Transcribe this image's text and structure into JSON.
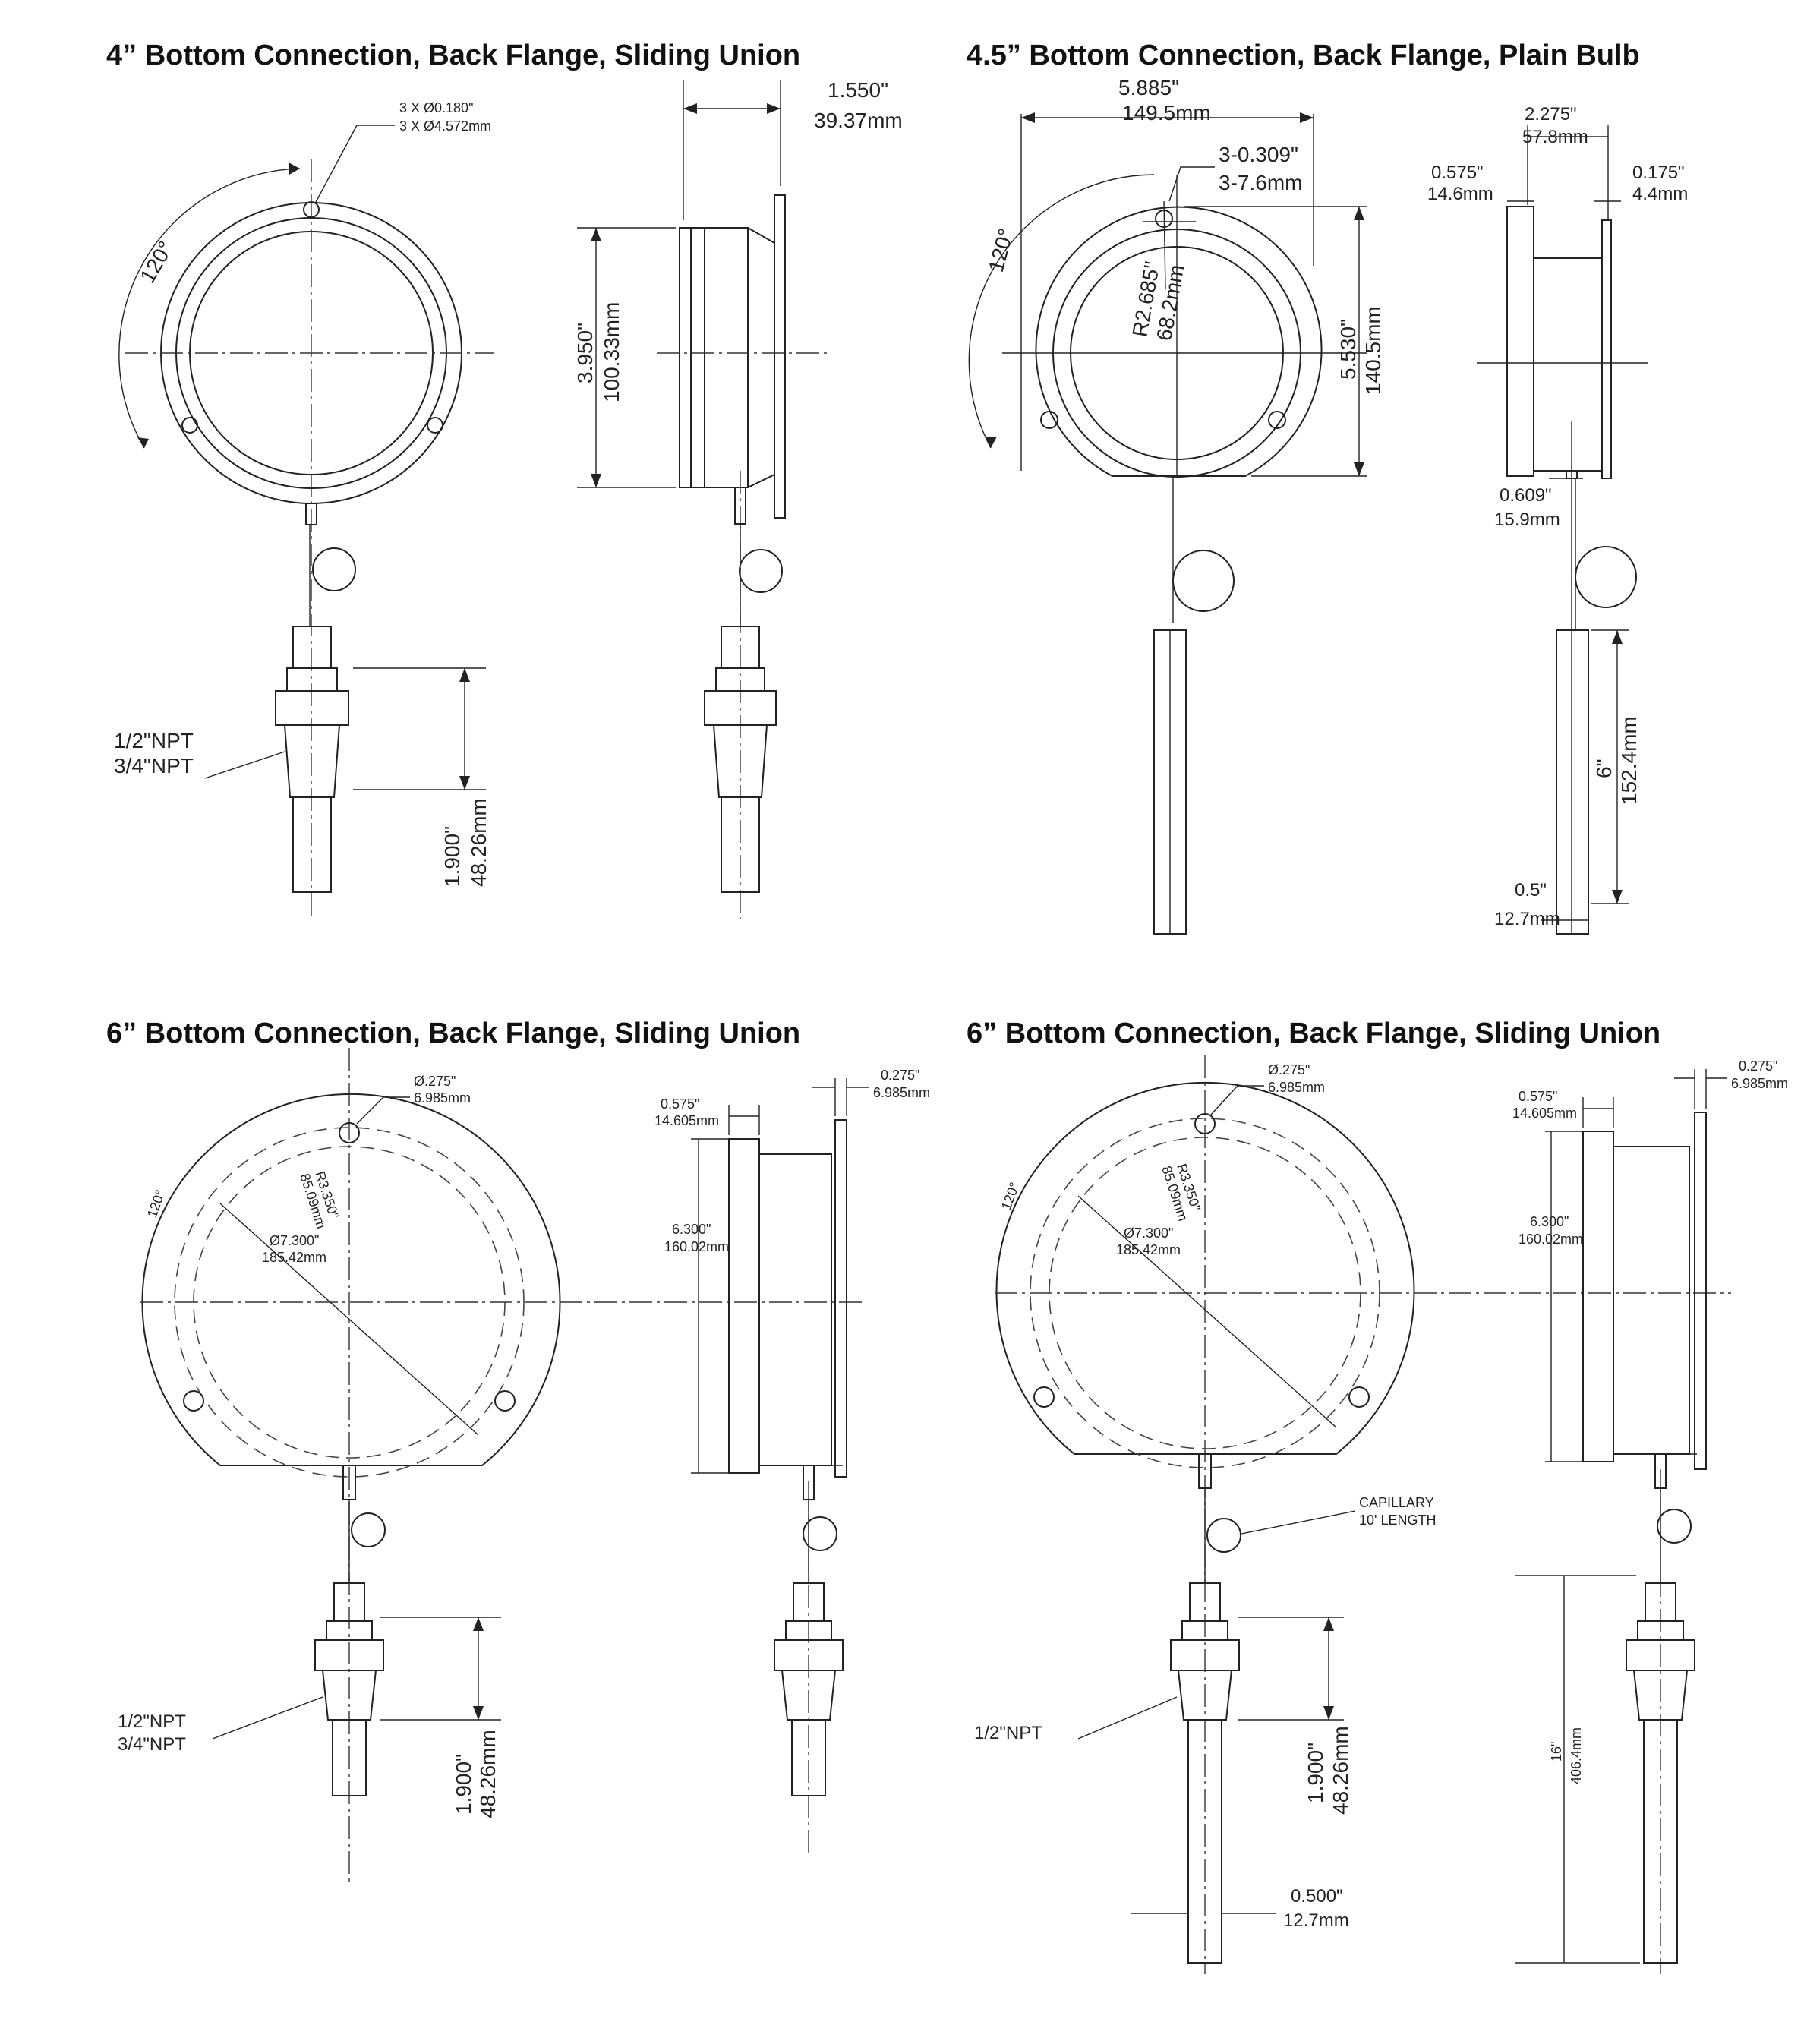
{
  "panels": [
    {
      "title": "4” Bottom Connection, Back Flange, Sliding Union",
      "labels": {
        "holes_1": "3 X Ø0.180\"",
        "holes_2": "3 X Ø4.572mm",
        "angle": "120°",
        "depth_in": "1.550\"",
        "depth_mm": "39.37mm",
        "height_in": "3.950\"",
        "height_mm": "100.33mm",
        "npt_1": "1/2\"NPT",
        "npt_2": "3/4\"NPT",
        "stem_in": "1.900\"",
        "stem_mm": "48.26mm"
      }
    },
    {
      "title": "4.5” Bottom Connection, Back Flange, Plain Bulb",
      "labels": {
        "width_in": "5.885\"",
        "width_mm": "149.5mm",
        "holes_1": "3-0.309\"",
        "holes_2": "3-7.6mm",
        "angle": "120°",
        "radius_in": "R2.685\"",
        "radius_mm": "68.2mm",
        "height_in": "5.530\"",
        "height_mm": "140.5mm",
        "depth_in": "2.275\"",
        "depth_mm": "57.8mm",
        "bezel_in": "0.575\"",
        "bezel_mm": "14.6mm",
        "flange_in": "0.175\"",
        "flange_mm": "4.4mm",
        "conn_in": "0.609\"",
        "conn_mm": "15.9mm",
        "bulb_in": "6\"",
        "bulb_mm": "152.4mm",
        "bulb_dia_in": "0.5\"",
        "bulb_dia_mm": "12.7mm"
      }
    },
    {
      "title": "6” Bottom Connection, Back Flange, Sliding Union",
      "labels": {
        "hole_in": "Ø.275\"",
        "hole_mm": "6.985mm",
        "angle": "120°",
        "radius_in": "R3.350\"",
        "radius_mm": "85.09mm",
        "dia_in": "Ø7.300\"",
        "dia_mm": "185.42mm",
        "bezel_in": "0.575\"",
        "bezel_mm": "14.605mm",
        "flange_in": "0.275\"",
        "flange_mm": "6.985mm",
        "height_in": "6.300\"",
        "height_mm": "160.02mm",
        "npt_1": "1/2\"NPT",
        "npt_2": "3/4\"NPT",
        "stem_in": "1.900\"",
        "stem_mm": "48.26mm"
      }
    },
    {
      "title": "6” Bottom Connection, Back Flange, Sliding Union",
      "labels": {
        "hole_in": "Ø.275\"",
        "hole_mm": "6.985mm",
        "angle": "120°",
        "radius_in": "R3.350\"",
        "radius_mm": "85.09mm",
        "dia_in": "Ø7.300\"",
        "dia_mm": "185.42mm",
        "bezel_in": "0.575\"",
        "bezel_mm": "14.605mm",
        "flange_in": "0.275\"",
        "flange_mm": "6.985mm",
        "height_in": "6.300\"",
        "height_mm": "160.02mm",
        "capillary_1": "CAPILLARY",
        "capillary_2": "10' LENGTH",
        "npt_1": "1/2\"NPT",
        "stem_in": "1.900\"",
        "stem_mm": "48.26mm",
        "stem_dia_in": "0.500\"",
        "stem_dia_mm": "12.7mm",
        "length_in": "16\"",
        "length_mm": "406.4mm"
      }
    }
  ]
}
